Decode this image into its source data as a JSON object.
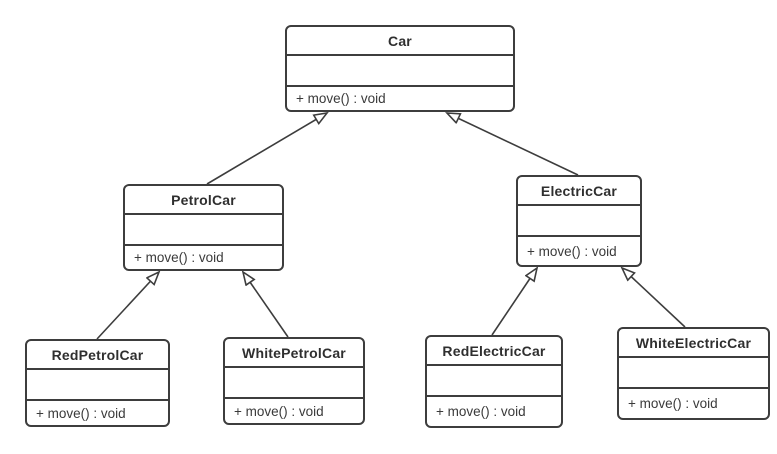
{
  "diagram": {
    "type": "uml-class-diagram",
    "classes": [
      {
        "name": "Car",
        "attributes": "",
        "method": "+ move() : void"
      },
      {
        "name": "PetrolCar",
        "attributes": "",
        "method": "+ move() : void"
      },
      {
        "name": "ElectricCar",
        "attributes": "",
        "method": "+ move() : void"
      },
      {
        "name": "RedPetrolCar",
        "attributes": "",
        "method": "+ move() : void"
      },
      {
        "name": "WhitePetrolCar",
        "attributes": "",
        "method": "+ move() : void"
      },
      {
        "name": "RedElectricCar",
        "attributes": "",
        "method": "+ move() : void"
      },
      {
        "name": "WhiteElectricCar",
        "attributes": "",
        "method": "+ move() : void"
      }
    ],
    "relations": [
      {
        "from": "PetrolCar",
        "to": "Car",
        "type": "generalization"
      },
      {
        "from": "ElectricCar",
        "to": "Car",
        "type": "generalization"
      },
      {
        "from": "RedPetrolCar",
        "to": "PetrolCar",
        "type": "generalization"
      },
      {
        "from": "WhitePetrolCar",
        "to": "PetrolCar",
        "type": "generalization"
      },
      {
        "from": "RedElectricCar",
        "to": "ElectricCar",
        "type": "generalization"
      },
      {
        "from": "WhiteElectricCar",
        "to": "ElectricCar",
        "type": "generalization"
      }
    ],
    "colors": {
      "stroke": "#3d3d3d",
      "box_fill": "#ffffff",
      "text": "#2f2f2f",
      "background": "#ffffff"
    }
  }
}
